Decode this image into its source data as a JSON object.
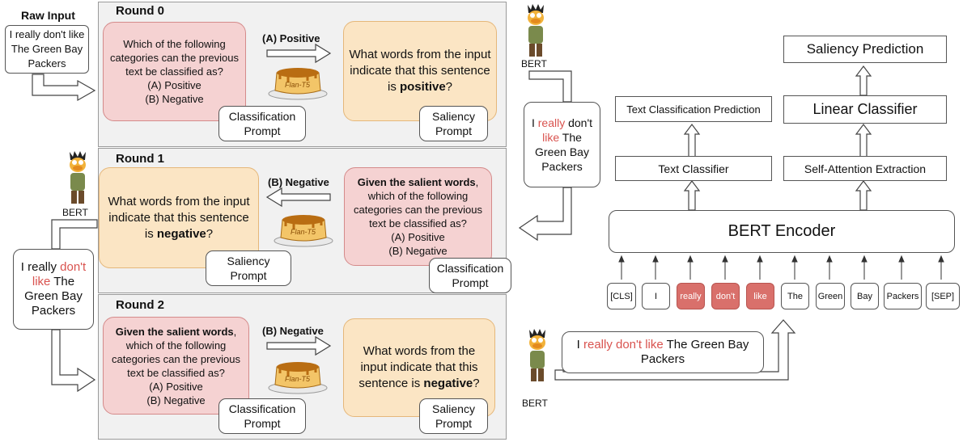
{
  "raw_input": {
    "label": "Raw Input",
    "text": "I really don't like The Green Bay Packers"
  },
  "rounds": [
    {
      "title": "Round 0",
      "classification_text": [
        "Which of the following",
        "categories can the previous",
        "text be classified as?",
        "(A) Positive",
        "(B) Negative"
      ],
      "classification_label": "Classification Prompt",
      "answer": "(A) Positive",
      "saliency_text_pre": "What words from the input indicate that this sentence is ",
      "saliency_text_bold": "positive",
      "saliency_text_post": "?",
      "saliency_label": "Saliency Prompt"
    },
    {
      "title": "Round 1",
      "saliency_text_pre": "What words from the input indicate that this sentence is ",
      "saliency_text_bold": "negative",
      "saliency_text_post": "?",
      "saliency_label": "Saliency Prompt",
      "answer": "(B) Negative",
      "classification_bold": "Given the salient words",
      "classification_text": [
        ", which of the following",
        "categories can the previous",
        "text be classified as?",
        "(A) Positive",
        "(B) Negative"
      ],
      "classification_label": "Classification Prompt"
    },
    {
      "title": "Round 2",
      "classification_bold": "Given the salient words",
      "classification_text": [
        ", which of the following",
        "categories can the previous",
        "text be classified as?",
        "(A) Positive",
        "(B) Negative"
      ],
      "classification_label": "Classification Prompt",
      "answer": "(B) Negative",
      "saliency_text_pre": "What words from the input indicate that this sentence is ",
      "saliency_text_bold": "negative",
      "saliency_text_post": "?",
      "saliency_label": "Saliency Prompt"
    }
  ],
  "model_label": "Flan-T5",
  "bert_label": "BERT",
  "bubble1": {
    "w1": "I ",
    "w2": "really",
    "w3": " don't ",
    "w4": "like",
    "w5": " The Green Bay Packers"
  },
  "bubble2": {
    "w1": "I really ",
    "w2": "don't",
    "w3": " ",
    "w4": "like",
    "w5": " The Green Bay Packers"
  },
  "bubble3": {
    "w1": "I ",
    "w2": "really don't like",
    "w3": " The Green Bay Packers"
  },
  "architecture": {
    "saliency_prediction": "Saliency Prediction",
    "text_classification_prediction": "Text Classification Prediction",
    "linear_classifier": "Linear Classifier",
    "text_classifier": "Text Classifier",
    "self_attention_extraction": "Self-Attention Extraction",
    "bert_encoder": "BERT Encoder",
    "tokens": [
      {
        "text": "[CLS]",
        "highlight": false
      },
      {
        "text": "I",
        "highlight": false
      },
      {
        "text": "really",
        "highlight": true
      },
      {
        "text": "don't",
        "highlight": true
      },
      {
        "text": "like",
        "highlight": true
      },
      {
        "text": "The",
        "highlight": false
      },
      {
        "text": "Green",
        "highlight": false
      },
      {
        "text": "Bay",
        "highlight": false
      },
      {
        "text": "Packers",
        "highlight": false
      },
      {
        "text": "[SEP]",
        "highlight": false
      }
    ]
  },
  "colors": {
    "salient": "#d9534f",
    "token_highlight": "#d9706b",
    "pink": "#f5d2d2",
    "peach": "#fbe5c4"
  }
}
